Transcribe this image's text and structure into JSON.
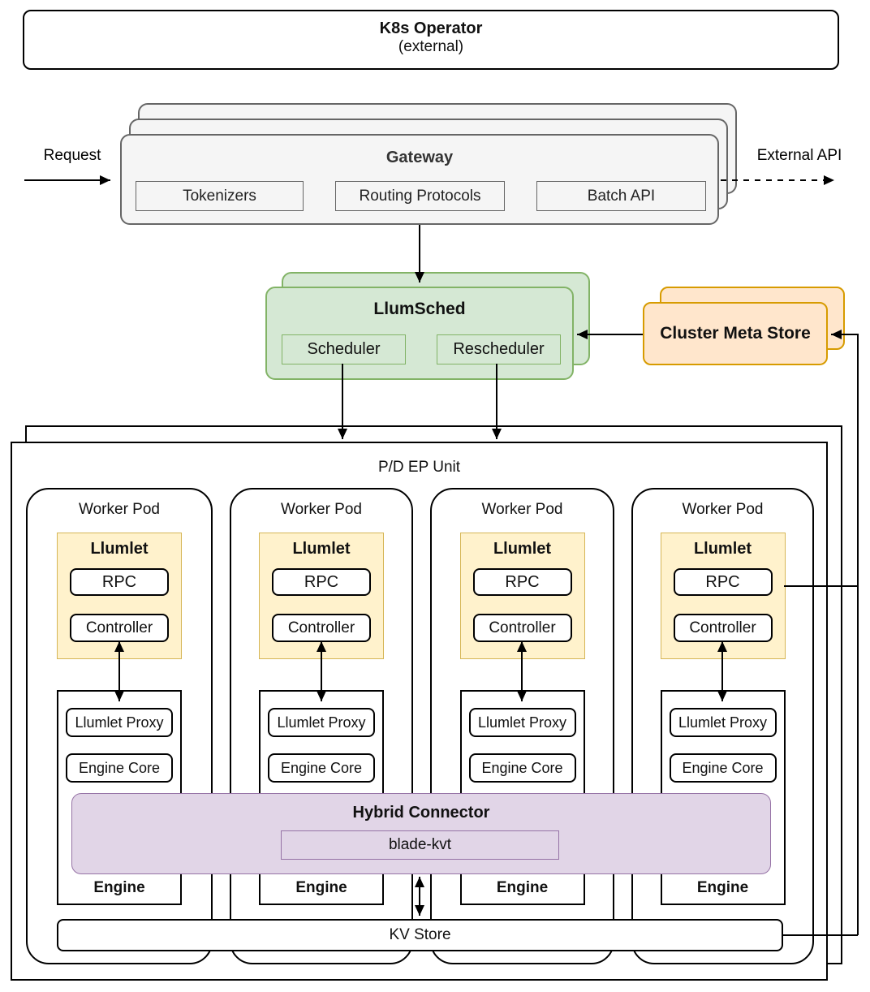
{
  "k8s_operator": {
    "title": "K8s Operator",
    "subtitle": "(external)"
  },
  "flow": {
    "request_label": "Request",
    "external_api_label": "External API"
  },
  "gateway": {
    "title": "Gateway",
    "components": [
      "Tokenizers",
      "Routing Protocols",
      "Batch API"
    ]
  },
  "llumsched": {
    "title": "LlumSched",
    "scheduler": "Scheduler",
    "rescheduler": "Rescheduler"
  },
  "cluster_meta_store": {
    "title": "Cluster Meta Store"
  },
  "pd_ep_unit": {
    "title": "P/D EP Unit"
  },
  "worker_pods": [
    {
      "label": "Worker Pod",
      "llumlet": {
        "title": "Llumlet",
        "rpc": "RPC",
        "controller": "Controller"
      },
      "engine": {
        "proxy": "Llumlet Proxy",
        "core": "Engine Core",
        "label": "Engine"
      }
    },
    {
      "label": "Worker Pod",
      "llumlet": {
        "title": "Llumlet",
        "rpc": "RPC",
        "controller": "Controller"
      },
      "engine": {
        "proxy": "Llumlet Proxy",
        "core": "Engine Core",
        "label": "Engine"
      }
    },
    {
      "label": "Worker Pod",
      "llumlet": {
        "title": "Llumlet",
        "rpc": "RPC",
        "controller": "Controller"
      },
      "engine": {
        "proxy": "Llumlet Proxy",
        "core": "Engine Core",
        "label": "Engine"
      }
    },
    {
      "label": "Worker Pod",
      "llumlet": {
        "title": "Llumlet",
        "rpc": "RPC",
        "controller": "Controller"
      },
      "engine": {
        "proxy": "Llumlet Proxy",
        "core": "Engine Core",
        "label": "Engine"
      }
    }
  ],
  "hybrid_connector": {
    "title": "Hybrid Connector",
    "plugin": "blade-kvt"
  },
  "kv_store": {
    "title": "KV Store"
  },
  "colors": {
    "gateway_fill": "#f5f5f5",
    "gateway_border": "#666666",
    "green_fill": "#d5e8d4",
    "green_border": "#82b366",
    "orange_fill": "#ffe6cc",
    "orange_border": "#d79b00",
    "yellow_fill": "#fff2cc",
    "yellow_border": "#d6b656",
    "purple_fill": "#e1d5e7",
    "purple_border": "#9673a6",
    "line": "#000000"
  }
}
